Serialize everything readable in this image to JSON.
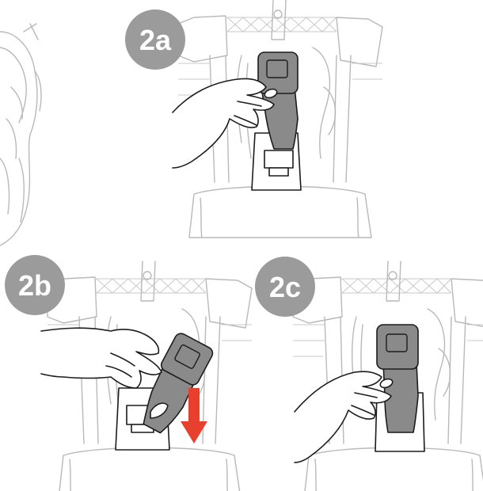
{
  "steps": [
    {
      "id": "2a",
      "label": "2a"
    },
    {
      "id": "2b",
      "label": "2b"
    },
    {
      "id": "2c",
      "label": "2c"
    }
  ],
  "colors": {
    "badge": "#9b9b9b",
    "arrow": "#e8402f",
    "tongue": "#8a8a8a",
    "outline": "#b9b9b9"
  },
  "icons": [
    "arrow-down-icon",
    "hand-icon",
    "buckle-tongue-icon"
  ]
}
